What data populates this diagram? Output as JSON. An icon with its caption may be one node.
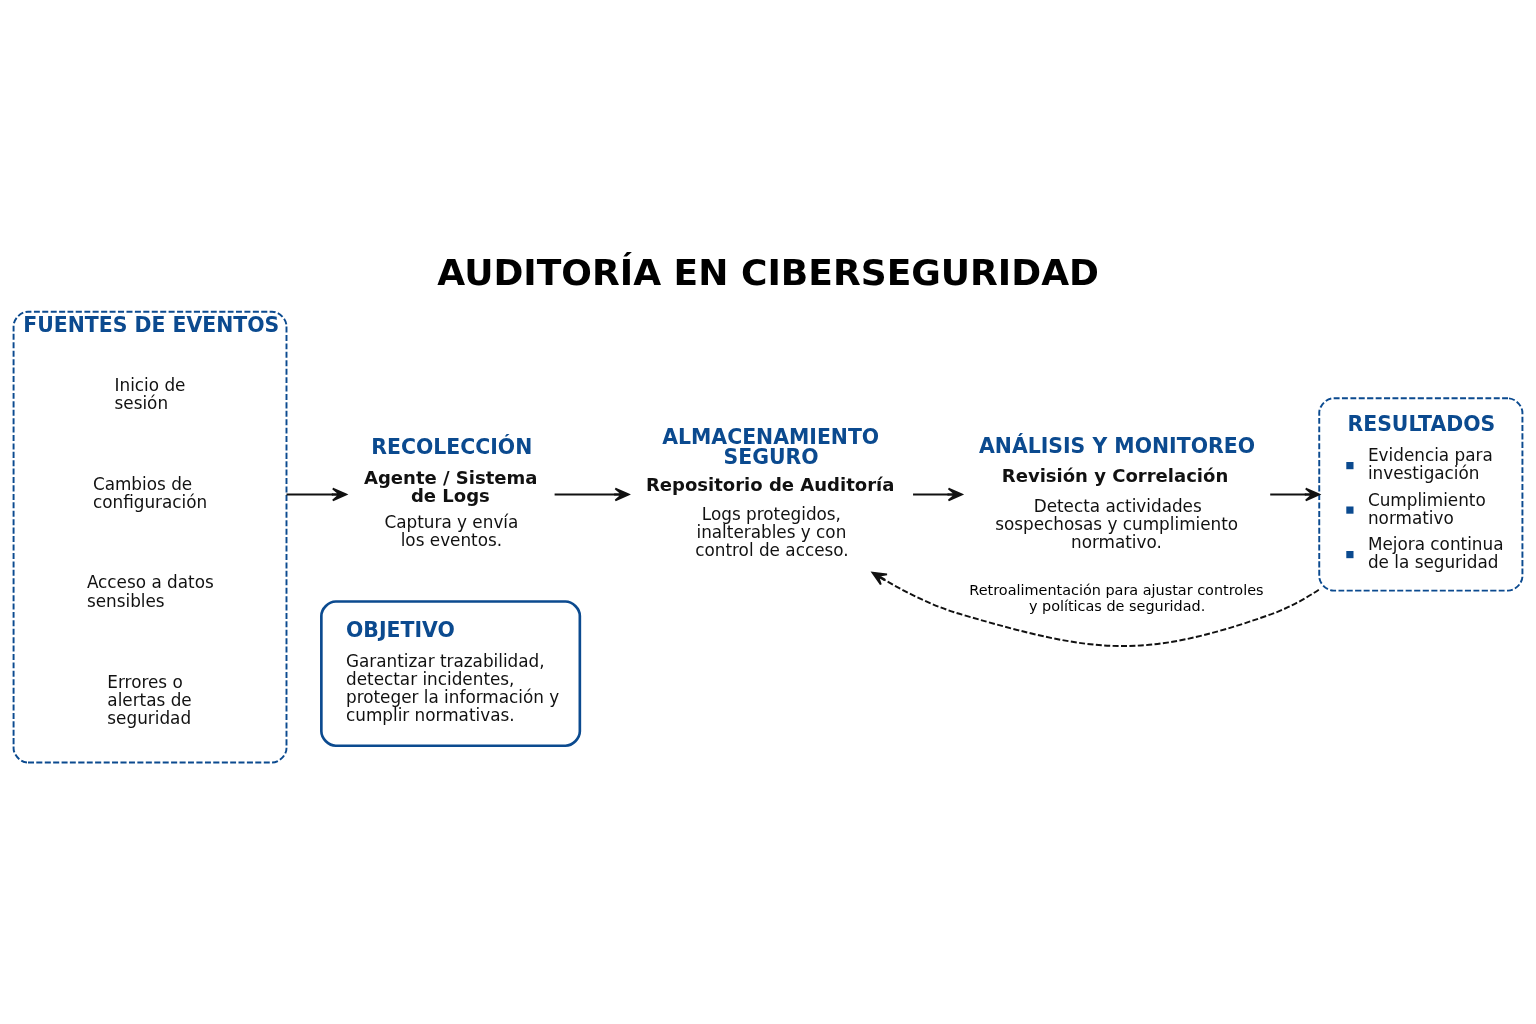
{
  "diagram": {
    "title": "AUDITORÍA EN CIBERSEGURIDAD",
    "nodes": [
      {
        "text": [
          "FUENTES DE EVENTOS"
        ]
      },
      {
        "text": [
          "Inicio de sesión"
        ],
        "in": 0
      },
      {
        "text": [
          "Cambios de configuración"
        ],
        "in": 0
      },
      {
        "text": [
          "Acceso a datos sensibles"
        ],
        "in": 0
      },
      {
        "text": [
          "Errores o alertas de seguridad"
        ],
        "in": 0
      },
      {
        "text": [
          "RECOLECCIÓN",
          "Agente / Sistema de Logs",
          "Captura y envía los eventos."
        ]
      },
      {
        "text": [
          "ALMACENAMIENTO SEGURO",
          "Repositorio de Auditoría",
          "Logs protegidos, inalterables y con control de acceso."
        ]
      },
      {
        "text": [
          "ANÁLISIS Y MONITOREO",
          "Revisión y Correlación",
          "Detecta actividades sospechosas y cumplimiento normativo."
        ]
      },
      {
        "text": [
          "RESULTADOS",
          "Evidencia para investigación",
          "Cumplimiento normativo",
          "Mejora continua de la seguridad"
        ]
      },
      {
        "text": [
          "OBJETIVO",
          "Garantizar trazabilidad, detectar incidentes, proteger la información y cumplir normativas."
        ]
      }
    ],
    "edges": [
      {
        "from": 0,
        "to": 5,
        "arrow": "to"
      },
      {
        "from": 5,
        "to": 6,
        "arrow": "to"
      },
      {
        "from": 6,
        "to": 7,
        "arrow": "to"
      },
      {
        "from": 7,
        "to": 8,
        "arrow": "to"
      },
      {
        "from": 8,
        "to": 6,
        "arrow": "to",
        "label": "Retroalimentación para ajustar controles y políticas de seguridad.",
        "style": "dashed"
      }
    ]
  }
}
